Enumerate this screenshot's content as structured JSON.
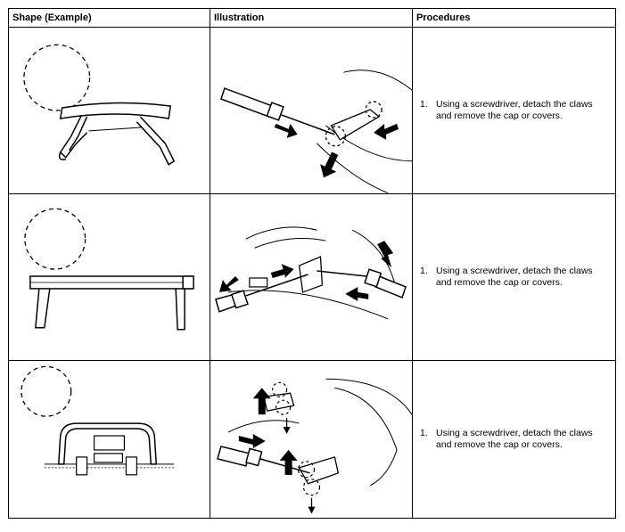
{
  "table": {
    "headers": [
      "Shape (Example)",
      "Illustration",
      "Procedures"
    ],
    "rows": [
      {
        "step_number": "1.",
        "procedure": "Using a screwdriver, detach the claws and remove the cap or covers."
      },
      {
        "step_number": "1.",
        "procedure": "Using a screwdriver, detach the claws and remove the cap or covers."
      },
      {
        "step_number": "1.",
        "procedure": "Using a screwdriver, detach the claws and remove the cap or covers."
      }
    ]
  },
  "icons": [
    "dashed-circle-icon",
    "screwdriver-icon",
    "direction-arrow-icon"
  ]
}
